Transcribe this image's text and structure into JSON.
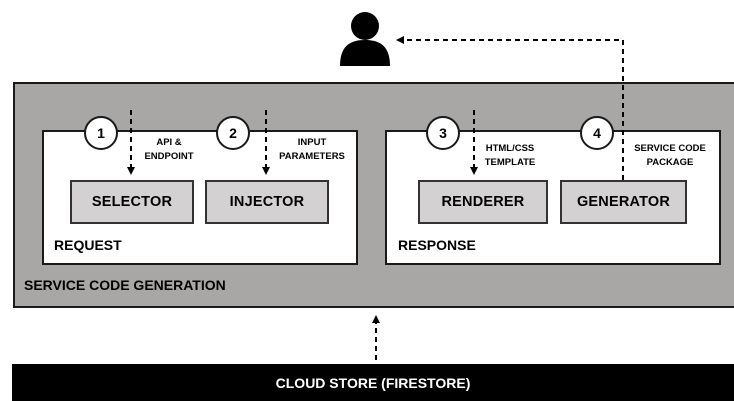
{
  "outer": {
    "label": "SERVICE CODE GENERATION"
  },
  "request": {
    "label": "REQUEST",
    "steps": [
      {
        "number": "1",
        "note_lines": [
          "API &",
          "ENDPOINT"
        ],
        "box": "SELECTOR"
      },
      {
        "number": "2",
        "note_lines": [
          "INPUT",
          "PARAMETERS"
        ],
        "box": "INJECTOR"
      }
    ]
  },
  "response": {
    "label": "RESPONSE",
    "steps": [
      {
        "number": "3",
        "note_lines": [
          "HTML/CSS",
          "TEMPLATE"
        ],
        "box": "RENDERER"
      },
      {
        "number": "4",
        "note_lines": [
          "SERVICE CODE",
          "PACKAGE"
        ],
        "box": "GENERATOR"
      }
    ]
  },
  "cloud_store": {
    "label": "CLOUD STORE (FIRESTORE)"
  },
  "user": {
    "icon": "user-icon"
  },
  "colors": {
    "outer_fill": "#a9a6a6",
    "box_fill": "#d3d1d1",
    "cloud_fill": "#000000"
  }
}
